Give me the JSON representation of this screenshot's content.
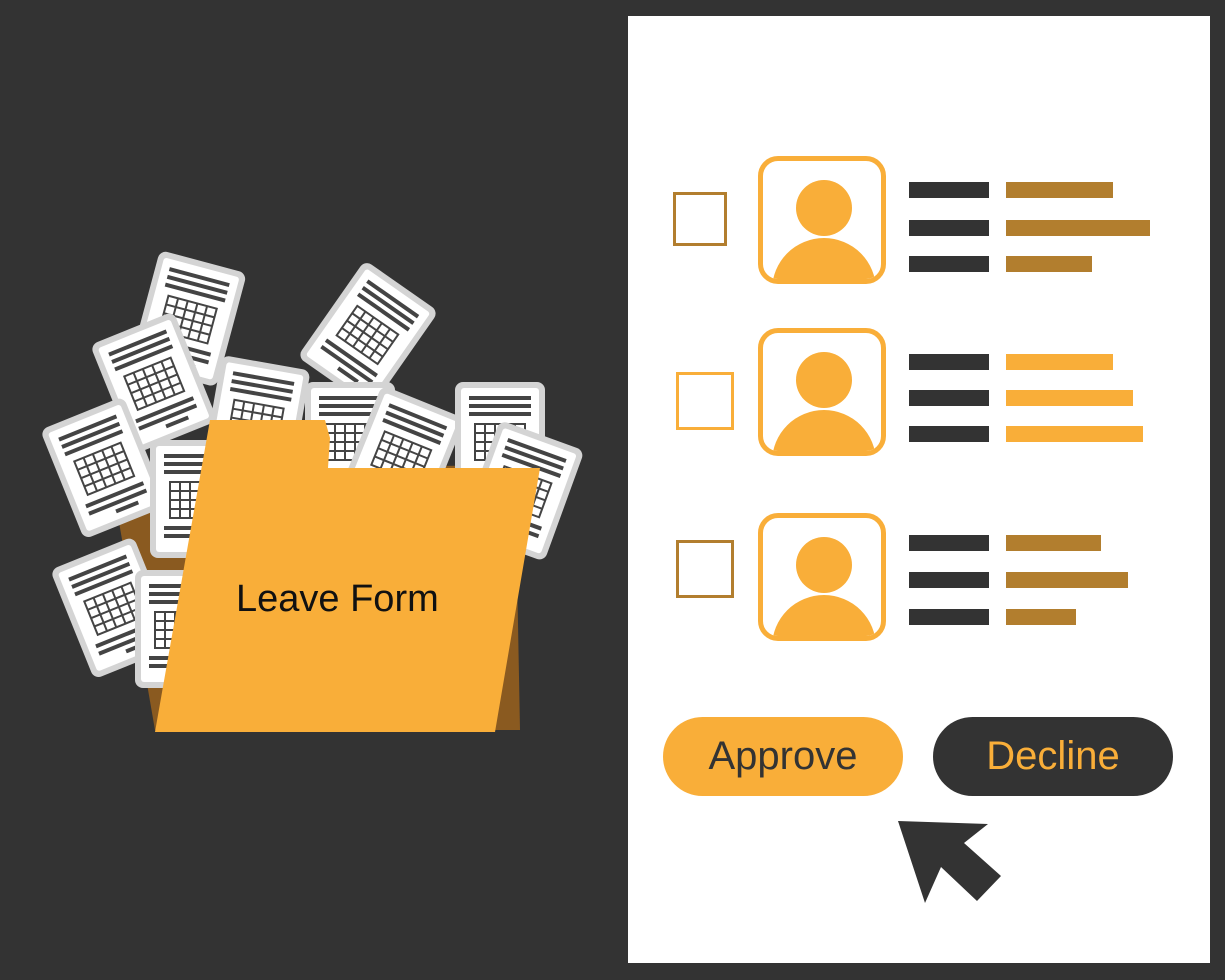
{
  "theme": {
    "background": "#333333",
    "panel": "#ffffff",
    "accent": "#f9ae39",
    "accent_dark": "#b27e2e",
    "dark": "#333333"
  },
  "folder": {
    "label": "Leave Form",
    "icon": "folder-icon",
    "documents_icon": "document-icon"
  },
  "applicants": [
    {
      "checked": false,
      "checkbox_color": "#b27e2e",
      "detail_color": "#b27e2e",
      "avatar_icon": "user-icon"
    },
    {
      "checked": false,
      "checkbox_color": "#f9ae39",
      "detail_color": "#f9ae39",
      "avatar_icon": "user-icon"
    },
    {
      "checked": false,
      "checkbox_color": "#b27e2e",
      "detail_color": "#b27e2e",
      "avatar_icon": "user-icon"
    }
  ],
  "actions": {
    "approve_label": "Approve",
    "decline_label": "Decline"
  },
  "cursor": {
    "icon": "mouse-pointer-icon"
  }
}
